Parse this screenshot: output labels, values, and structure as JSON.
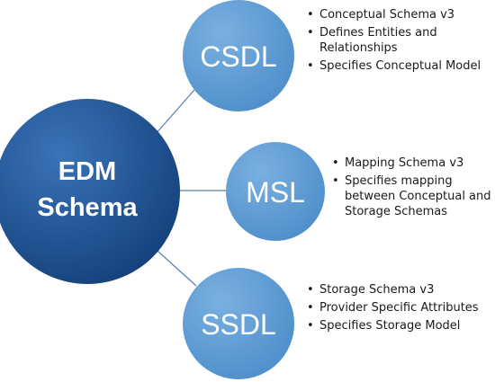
{
  "diagram": {
    "center": {
      "line1": "EDM",
      "line2": "Schema"
    },
    "nodes": [
      {
        "id": "csdl",
        "label": "CSDL",
        "bullets": [
          "Conceptual Schema v3",
          "Defines Entities and Relationships",
          "Specifies Conceptual Model"
        ]
      },
      {
        "id": "msl",
        "label": "MSL",
        "bullets": [
          "Mapping Schema v3",
          "Specifies mapping between Conceptual and Storage Schemas"
        ]
      },
      {
        "id": "ssdl",
        "label": "SSDL",
        "bullets": [
          "Storage Schema v3",
          "Provider Specific Attributes",
          "Specifies Storage Model"
        ]
      }
    ]
  },
  "colors": {
    "center_fill": "#1f4e8c",
    "node_fill": "#5b9bd5",
    "connector": "#5a7fb0",
    "text_on_circle": "#ffffff",
    "bullet_text": "#1a1a1a"
  }
}
